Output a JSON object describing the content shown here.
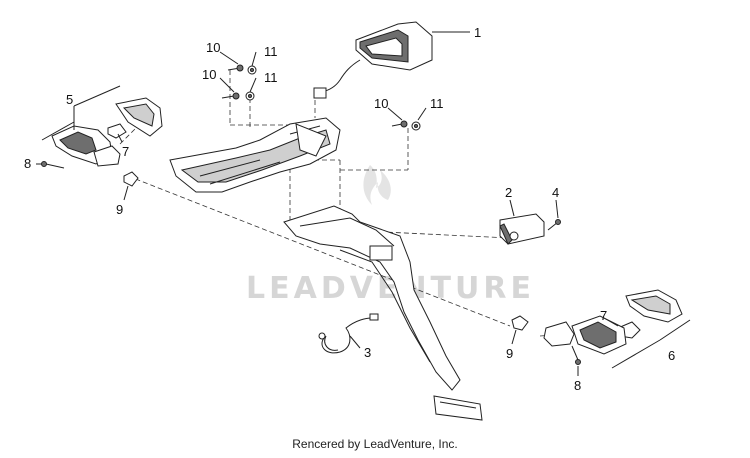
{
  "diagram": {
    "watermark": "LEADVENTURE",
    "credit": "Rencered by LeadVenture, Inc.",
    "callouts": {
      "c1": "1",
      "c2": "2",
      "c3": "3",
      "c4": "4",
      "c5": "5",
      "c6": "6",
      "c7a": "7",
      "c7b": "7",
      "c8a": "8",
      "c8b": "8",
      "c9a": "9",
      "c9b": "9",
      "c10a": "10",
      "c10b": "10",
      "c10c": "10",
      "c11a": "11",
      "c11b": "11",
      "c11c": "11"
    },
    "colors": {
      "stroke": "#222222",
      "part_fill": "#ffffff",
      "dark_fill": "#6e6e6e",
      "watermark": "#d6d6d6"
    }
  }
}
